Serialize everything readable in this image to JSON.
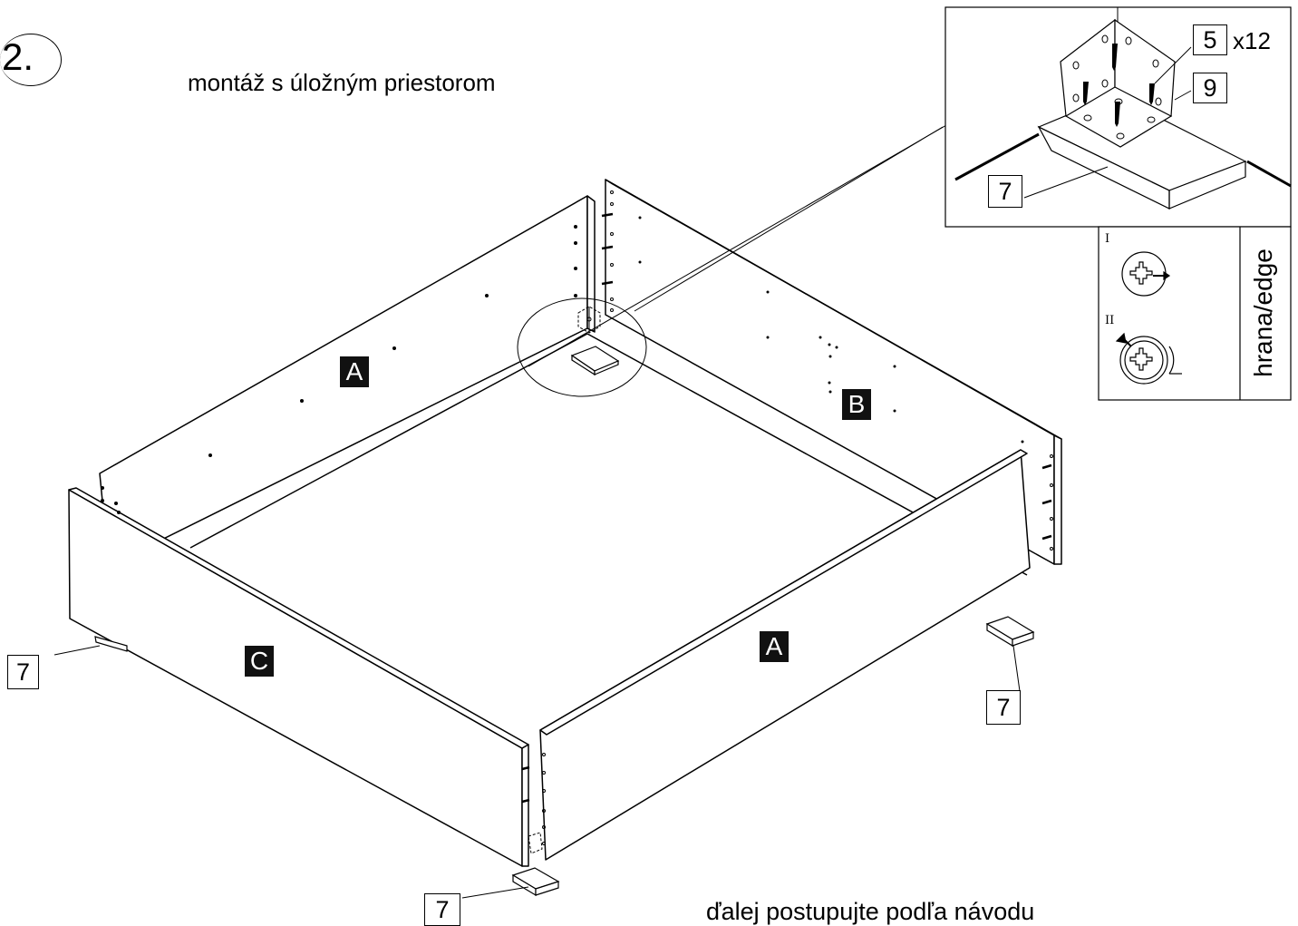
{
  "step": {
    "number": "2."
  },
  "title": "montáž s úložným priestorom",
  "footer": "ďalej postupujte podľa návodu",
  "panels": {
    "a_back": "A",
    "a_front": "A",
    "b": "B",
    "c": "C"
  },
  "parts": {
    "bracket": "5",
    "bracket_qty": "x12",
    "screw": "9",
    "foot_detail": "7",
    "foot_left": "7",
    "foot_right": "7",
    "foot_bottom": "7"
  },
  "screw_direction": {
    "step_one": "I",
    "step_two": "II",
    "edge_label": "hrana/edge"
  },
  "colors": {
    "line": "#000000",
    "panel_fill": "#ffffff",
    "label_fill": "#111111"
  }
}
